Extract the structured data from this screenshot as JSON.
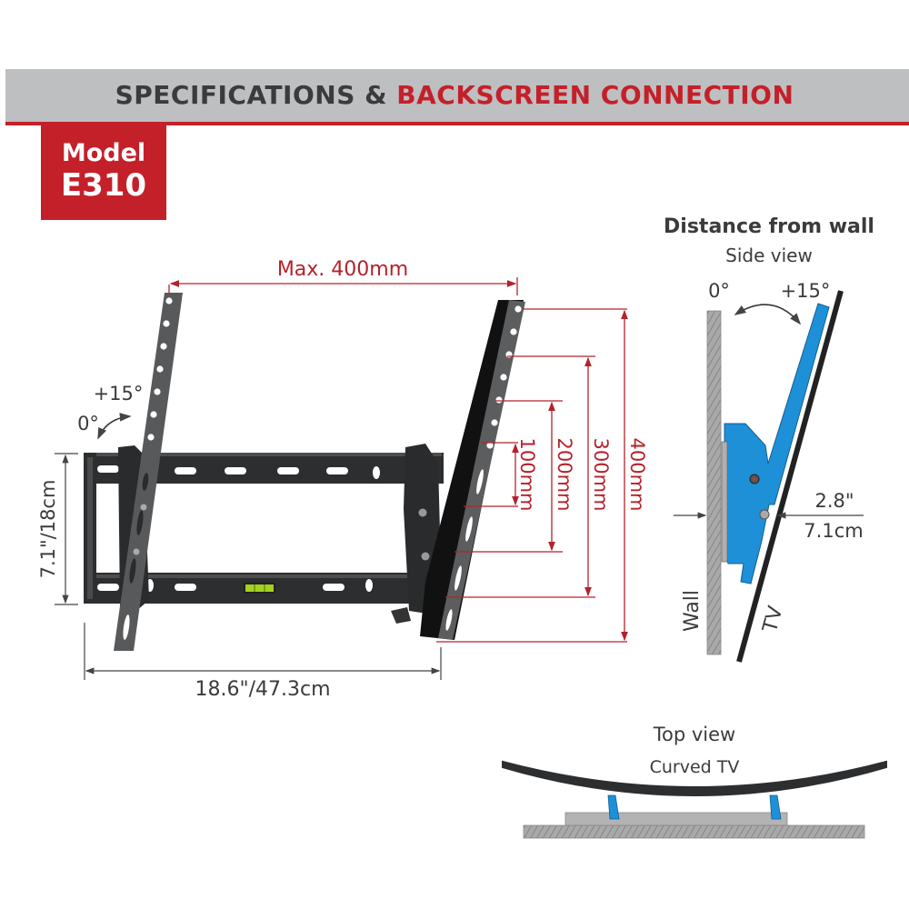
{
  "header": {
    "title_part1": "SPECIFICATIONS & ",
    "title_part2": "BACKSCREEN CONNECTION",
    "band_color": "#bebfc1",
    "accent_color": "#c4202a"
  },
  "model": {
    "label": "Model",
    "number": "E310"
  },
  "front_view": {
    "max_width_label": "Max. 400mm",
    "tilt_up_label": "+15°",
    "tilt_zero_label": "0°",
    "height_label": "7.1\"/18cm",
    "width_label": "18.6\"/47.3cm",
    "vesa_labels": [
      "100mm",
      "200mm",
      "300mm",
      "400mm"
    ]
  },
  "side_view": {
    "title": "Distance from wall",
    "subtitle": "Side view",
    "angle_zero": "0°",
    "angle_tilt": "+15°",
    "distance_in": "2.8\"",
    "distance_cm": "7.1cm",
    "wall_label": "Wall",
    "tv_label": "TV",
    "bracket_color": "#1e90d8"
  },
  "top_view": {
    "title": "Top view",
    "subtitle": "Curved TV"
  }
}
